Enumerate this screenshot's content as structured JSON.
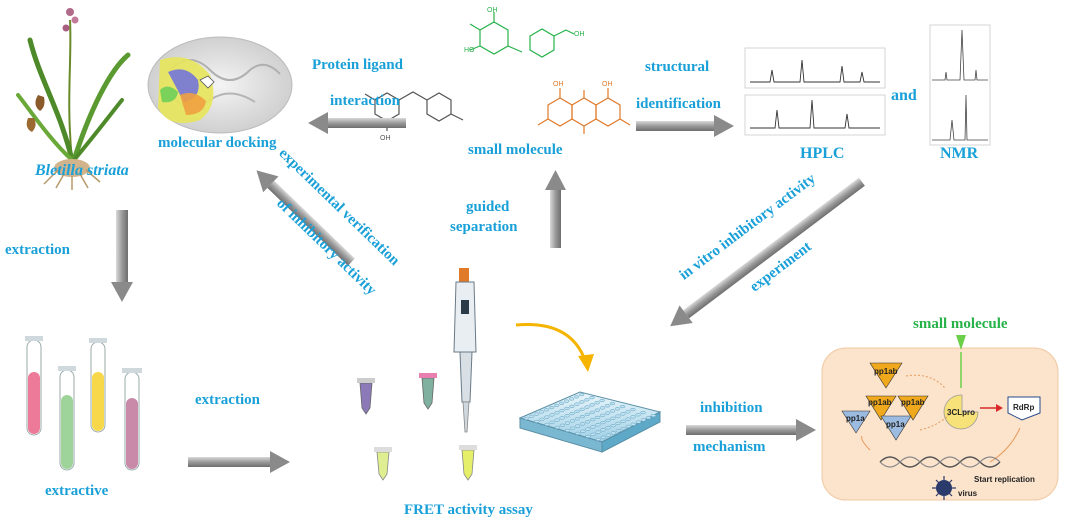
{
  "labels": {
    "plant": "Bletilla striata",
    "extraction_left": "extraction",
    "extractive": "extractive",
    "extraction_bottom": "extraction",
    "fret": "FRET activity assay",
    "docking": "molecular docking",
    "protein_ligand": "Protein ligand",
    "interaction": "interaction",
    "small_molecule": "small molecule",
    "structural": "structural",
    "identification": "identification",
    "hplc": "HPLC",
    "and": "and",
    "nmr": "NMR",
    "guided": "guided",
    "separation": "separation",
    "exp_verification_1": "experimental verification",
    "exp_verification_2": "of inhibitory activity",
    "invitro_1": "in vitro inhibitory activity",
    "invitro_2": "experiment",
    "inhibition": "inhibition",
    "mechanism": "mechanism",
    "small_molecule_green": "small molecule"
  },
  "mechanism_panel": {
    "pp1ab_top": "pp1ab",
    "pp1ab_mid": "pp1ab",
    "pp1ab_right": "pp1ab",
    "pp1a_left": "pp1a",
    "pp1a_mid": "pp1a",
    "protease": "3CLpro",
    "rdrp": "RdRp",
    "start_replication": "Start replication",
    "virus": "virus"
  },
  "colors": {
    "label_blue": "#1aa0d8",
    "label_green": "#27b24a",
    "arrow_gray": "#8a8a8a",
    "arrow_yellow": "#f5b400",
    "panel_fill": "#fbe3cc",
    "triangle_orange": "#f0a81c",
    "triangle_blue": "#9bbbe0",
    "protease_yellow": "#f7e27a"
  }
}
